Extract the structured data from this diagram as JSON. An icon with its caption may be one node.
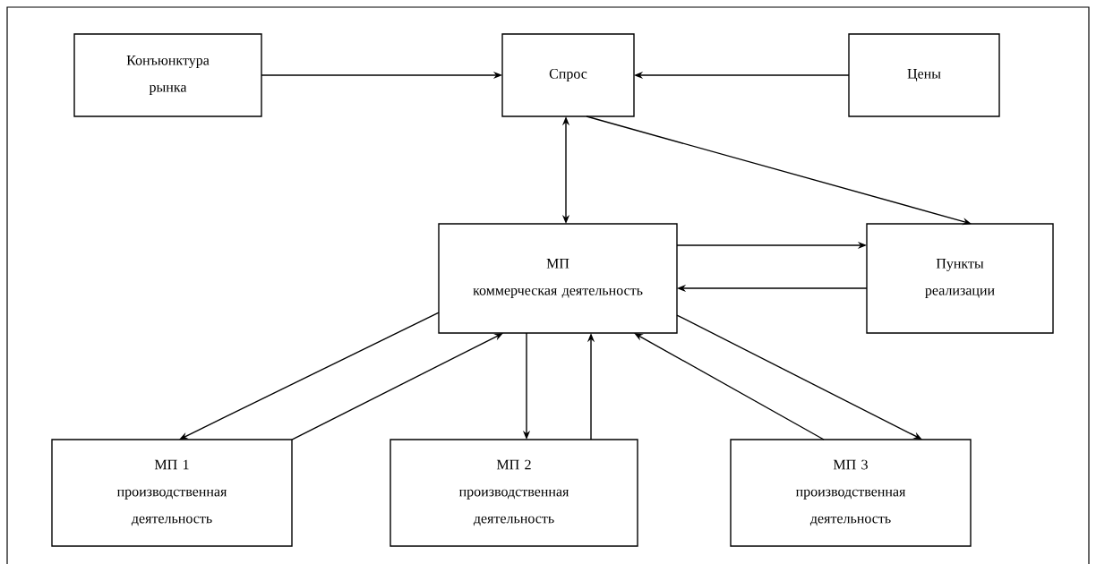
{
  "diagram": {
    "nodes": [
      {
        "text": [
          "Конъюнктура рынка"
        ]
      },
      {
        "text": [
          "Спрос"
        ]
      },
      {
        "text": [
          "Цены"
        ]
      },
      {
        "text": [
          "МП",
          "коммерческая деятельность"
        ]
      },
      {
        "text": [
          "Пункты реализации"
        ]
      },
      {
        "text": [
          "МП 1",
          "производственная деятельность"
        ]
      },
      {
        "text": [
          "МП 2",
          "производственная деятельность"
        ]
      },
      {
        "text": [
          "МП 3",
          "производственная деятельность"
        ]
      }
    ],
    "edges": [
      {
        "from": 0,
        "to": 1,
        "arrow": "to"
      },
      {
        "from": 2,
        "to": 1,
        "arrow": "to"
      },
      {
        "from": 1,
        "to": 3,
        "arrow": "both"
      },
      {
        "from": 1,
        "to": 4,
        "arrow": "to"
      },
      {
        "from": 3,
        "to": 4,
        "arrow": "to"
      },
      {
        "from": 4,
        "to": 3,
        "arrow": "to"
      },
      {
        "from": 3,
        "to": 5,
        "arrow": "to"
      },
      {
        "from": 5,
        "to": 3,
        "arrow": "to"
      },
      {
        "from": 3,
        "to": 6,
        "arrow": "to"
      },
      {
        "from": 6,
        "to": 3,
        "arrow": "to"
      },
      {
        "from": 7,
        "to": 3,
        "arrow": "to"
      },
      {
        "from": 3,
        "to": 7,
        "arrow": "to"
      }
    ]
  }
}
